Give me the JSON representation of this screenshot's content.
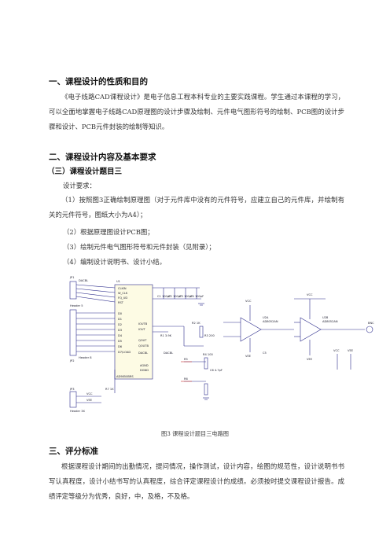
{
  "section1": {
    "heading": "一、课程设计的性质和目的",
    "body": "《电子线路CAD课程设计》是电子信息工程本科专业的主要实践课程。学生通过本课程的学习，可以全面地掌握电子线路CAD原理图的设计步骤及绘制、元件电气图形符号的绘制、PCB图的设计步骤和设计、PCB元件封装的绘制等知识。"
  },
  "section2": {
    "heading": "二、课程设计内容及基本要求",
    "subheading": "（三）课程设计题目三",
    "req_label": "设计要求：",
    "items": [
      "（1）按照图3正确绘制原理图（对于元件库中没有的元件符号，应建立自己的元件库，并绘制有关的元件符号，图纸大小为A4）；",
      "（2）根据原理图设计PCB图；",
      "（3）绘制元件电气图形符号和元件封装（见附录）；",
      "（4）编制设计说明书、设计小结。"
    ]
  },
  "figure": {
    "caption": "图3  课程设计题目三电路图",
    "labels": {
      "u1": "U1",
      "u1_name": "AD9850BRS",
      "u2a": "U2A",
      "u2a_name": "AD8052AN",
      "u2b": "U2B",
      "u2b_name": "AD8052AN",
      "jp1": "JP1",
      "jp2": "JP2",
      "jp3": "JP3",
      "header_jp1": "Header 5",
      "header_jp2": "Header 8",
      "header_jp3": "Header 3X",
      "dacbl": "DACBL",
      "vcc": "VCC",
      "vee": "VEE",
      "bnc": "BNC",
      "pins_left": [
        "CLKIN",
        "W_CLK",
        "FQ_UD",
        "RST"
      ],
      "pins_data": [
        "D0",
        "D1",
        "D2",
        "D3",
        "D4",
        "D5",
        "D6",
        "D7/LOAD"
      ],
      "pins_right": [
        "IOUTB",
        "IOUT",
        "QOUT",
        "QOUTB",
        "DACBL"
      ],
      "pins_power": [
        "AGND",
        "DGND"
      ],
      "caps": [
        "C1 100pF",
        "C2 100pF",
        "C3 100pF",
        "C4 100pF",
        "C5",
        "C6 4.7pF"
      ],
      "res": [
        "R1 3.9K",
        "R2 1K",
        "R3 200",
        "R4 100",
        "R5",
        "R6",
        "R7 1K"
      ]
    }
  },
  "section3": {
    "heading": "三、评分标准",
    "body": "根据课程设计期间的出勤情况，提问情况，操作测试，设计内容，绘图的规范性，设计说明书书写认真程度，设计小结书写的认真程度，综合评定课程设计的成绩。必须按时提交课程设计报告。成绩评定等级分为优秀，良好，中，及格，不及格。"
  }
}
